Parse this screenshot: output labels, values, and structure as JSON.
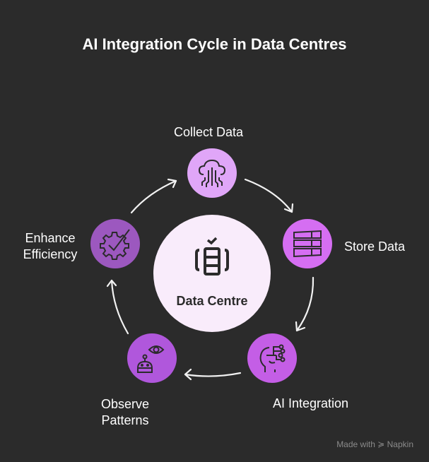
{
  "title": "AI Integration Cycle in Data Centres",
  "center": {
    "label": "Data Centre",
    "icon": "server-rack-check-icon"
  },
  "steps": [
    {
      "label": "Collect Data",
      "icon": "cloud-circuit-icon",
      "color": "#e0a6f8"
    },
    {
      "label": "Store Data",
      "icon": "storage-stack-icon",
      "color": "#d56ef2"
    },
    {
      "label": "AI Integration",
      "icon": "head-circuit-icon",
      "color": "#c45ee6"
    },
    {
      "label_line1": "Observe",
      "label_line2": "Patterns",
      "icon": "robot-eye-icon",
      "color": "#b057dc"
    },
    {
      "label_line1": "Enhance",
      "label_line2": "Efficiency",
      "icon": "gear-check-icon",
      "color": "#9c58bf"
    }
  ],
  "footer": {
    "made_with": "Made with",
    "brand": "Napkin"
  }
}
